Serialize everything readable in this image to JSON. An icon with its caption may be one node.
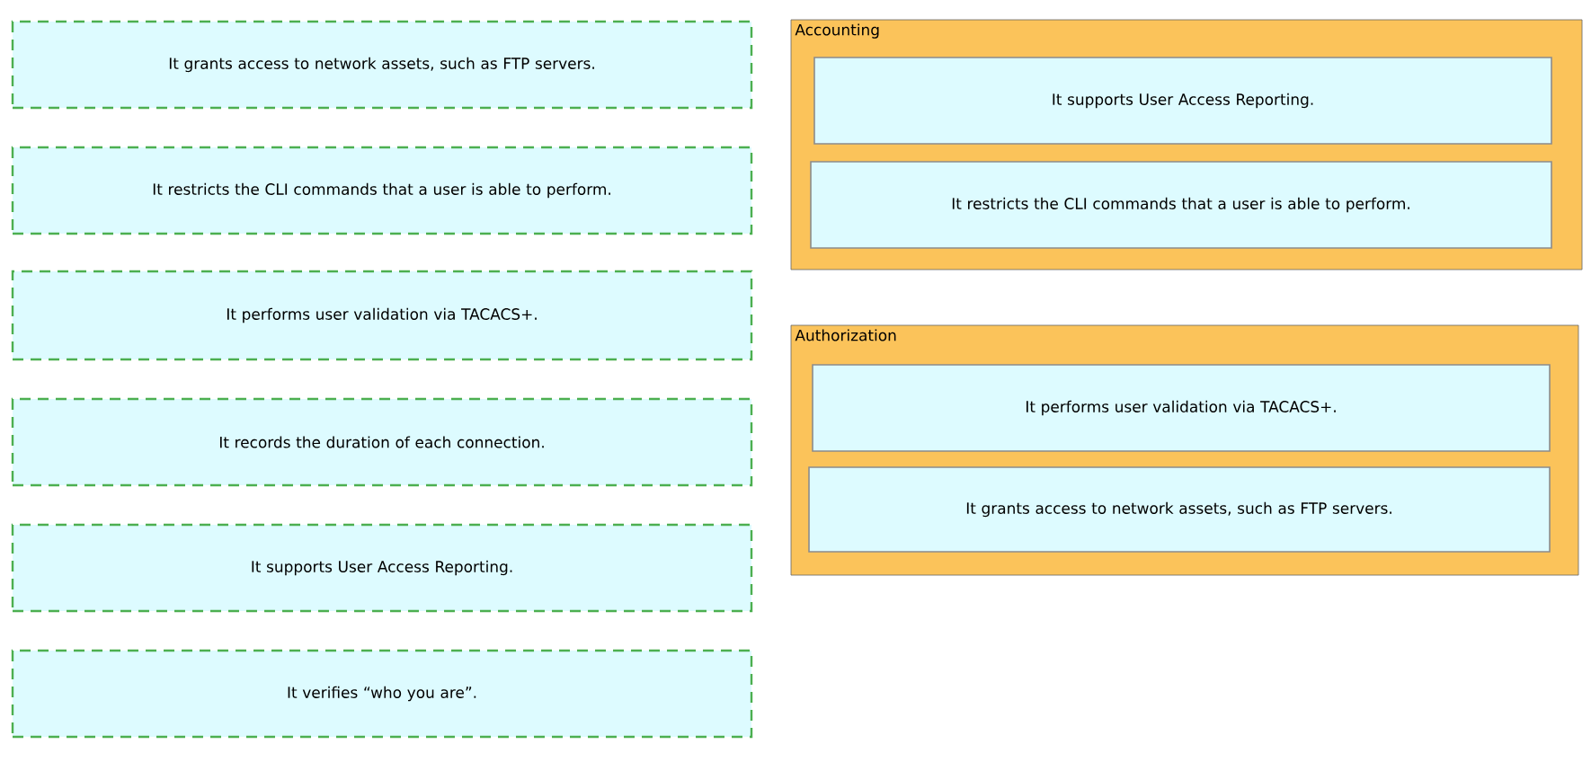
{
  "diagram": {
    "nodes": [
      {
        "text": [
          "It grants access to network assets, such as FTP servers."
        ]
      },
      {
        "text": [
          "It restricts the CLI commands that a user is able to perform."
        ]
      },
      {
        "text": [
          "It performs user validation via TACACS+."
        ]
      },
      {
        "text": [
          "It records the duration of each connection."
        ]
      },
      {
        "text": [
          "It supports User Access Reporting."
        ]
      },
      {
        "text": [
          "It verifies “who you are”."
        ]
      },
      {
        "text": [
          "Accounting"
        ]
      },
      {
        "text": [
          "It supports User Access Reporting."
        ],
        "in": 6
      },
      {
        "text": [
          "It restricts the CLI commands that a user is able to perform."
        ],
        "in": 6
      },
      {
        "text": [
          "Authorization"
        ]
      },
      {
        "text": [
          "It performs user validation via TACACS+."
        ],
        "in": 9
      },
      {
        "text": [
          "It grants access to network assets, such as FTP servers."
        ],
        "in": 9
      }
    ]
  }
}
